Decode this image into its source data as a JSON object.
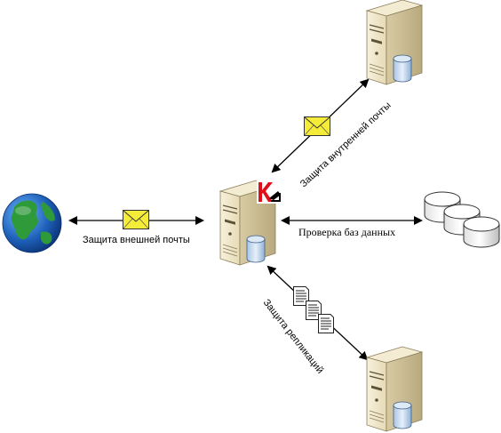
{
  "labels": {
    "external_mail": "Защита внешней почты",
    "internal_mail": "Защита внутренней почты",
    "db_check": "Проверка баз данных",
    "replication": "Защита репликаций"
  },
  "colors": {
    "server_body": "#ede3c4",
    "server_side": "#cfc29a",
    "cylinder": "#c9dcf0",
    "envelope": "#f5ec3a",
    "kaspersky": "#e0101a",
    "globe_ocean": "#1d5fb8",
    "globe_land": "#2f9a3a"
  },
  "icons": {
    "globe": "globe-icon",
    "server": "server-icon",
    "database": "database-icon",
    "envelope": "envelope-icon",
    "documents": "documents-icon",
    "kaspersky": "kaspersky-logo-icon"
  }
}
